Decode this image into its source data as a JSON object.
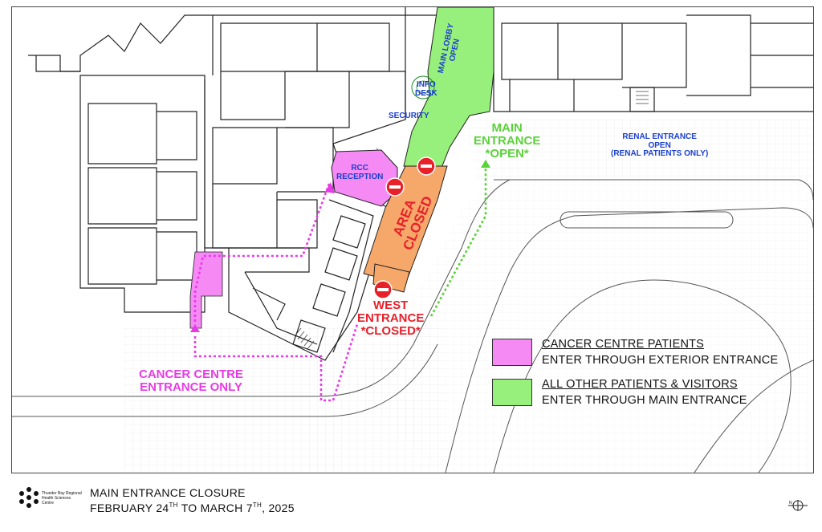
{
  "map": {
    "labels": {
      "main_lobby": "MAIN LOBBY\nOPEN",
      "info_desk": "INFO\nDESK",
      "security": "SECURITY",
      "main_entrance": "MAIN\nENTRANCE\n*OPEN*",
      "renal_entrance": "RENAL ENTRANCE\nOPEN\n(RENAL PATIENTS ONLY)",
      "rcc_reception": "RCC\nRECEPTION",
      "area_closed": "AREA\nCLOSED",
      "west_entrance": "WEST\nENTRANCE\n*CLOSED*",
      "cancer_centre_entrance": "CANCER CENTRE\nENTRANCE ONLY"
    },
    "colors": {
      "cancer_centre": "#f58af5",
      "main_area": "#98f07c",
      "closed_area": "#f5a86a",
      "closed_text": "#e8202a",
      "blue_text": "#1a3fd0",
      "green_text": "#5bd23a",
      "magenta_text": "#e83ae8"
    }
  },
  "legend": {
    "cancer": {
      "line1": "CANCER CENTRE PATIENTS",
      "line2": "ENTER THROUGH EXTERIOR ENTRANCE"
    },
    "others": {
      "line1": "ALL OTHER PATIENTS & VISITORS",
      "line2": "ENTER THROUGH MAIN ENTRANCE"
    }
  },
  "footer": {
    "logo_text": "Thunder Bay Regional\nHealth Sciences\nCentre",
    "title_line1": "MAIN ENTRANCE CLOSURE",
    "title_l2_a": "FEBRUARY 24",
    "title_l2_sup1": "TH",
    "title_l2_b": " TO MARCH 7",
    "title_l2_sup2": "TH",
    "title_l2_c": ", 2025"
  },
  "icons": {
    "no_entry": "no-entry-sign",
    "compass": "north-arrow"
  }
}
